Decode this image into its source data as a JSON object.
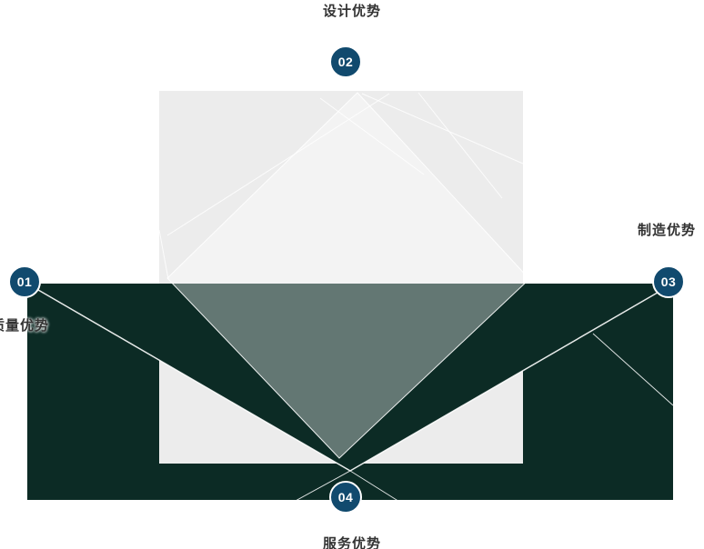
{
  "diagram": {
    "title": "advantages-envelope-infographic",
    "nodes": [
      {
        "number": "01",
        "label": "质量优势",
        "position": "left"
      },
      {
        "number": "02",
        "label": "设计优势",
        "position": "top"
      },
      {
        "number": "03",
        "label": "制造优势",
        "position": "right"
      },
      {
        "number": "04",
        "label": "服务优势",
        "position": "bottom"
      }
    ],
    "colors": {
      "envelope_dark": "#0c2b25",
      "paper_gray": "#ececec",
      "badge_navy": "#114a6e",
      "label_text": "#333333",
      "diamond_overlay": "rgba(255,255,255,0.36)",
      "crease_line": "rgba(255,255,255,0.85)"
    }
  }
}
